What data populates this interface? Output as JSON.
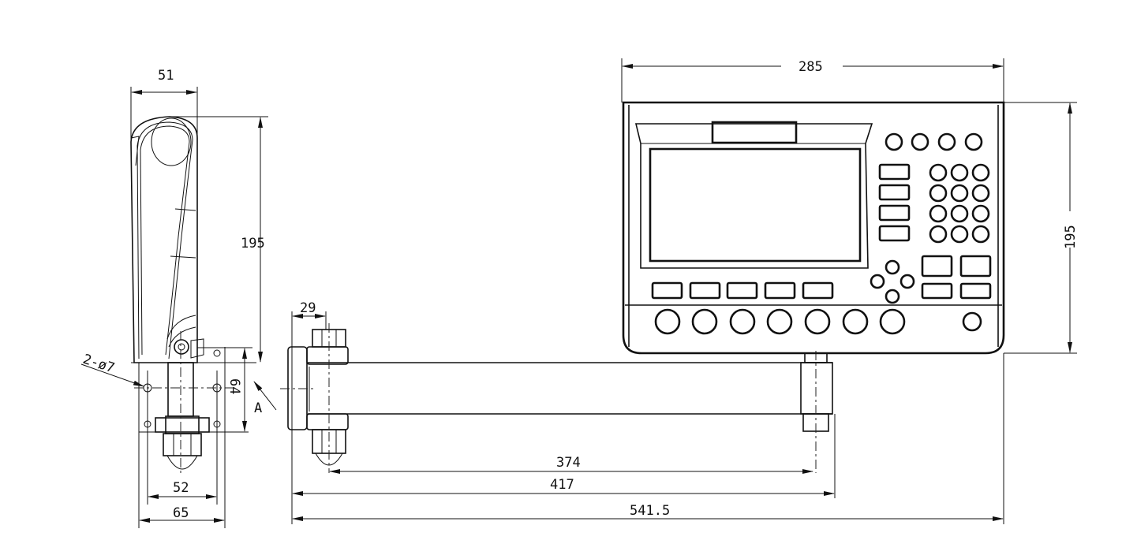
{
  "drawing": {
    "title": "Control panel with swing arm dimension drawing",
    "dimensions": {
      "side_width": "51",
      "side_height": "195",
      "hole_spec": "2-ø7",
      "mount_height": "64",
      "view_label": "A",
      "hole_spacing": "52",
      "base_width": "65",
      "bracket_width": "29",
      "arm_374": "374",
      "arm_417": "417",
      "overall_length": "541.5",
      "panel_width": "285",
      "panel_height": "195"
    }
  }
}
